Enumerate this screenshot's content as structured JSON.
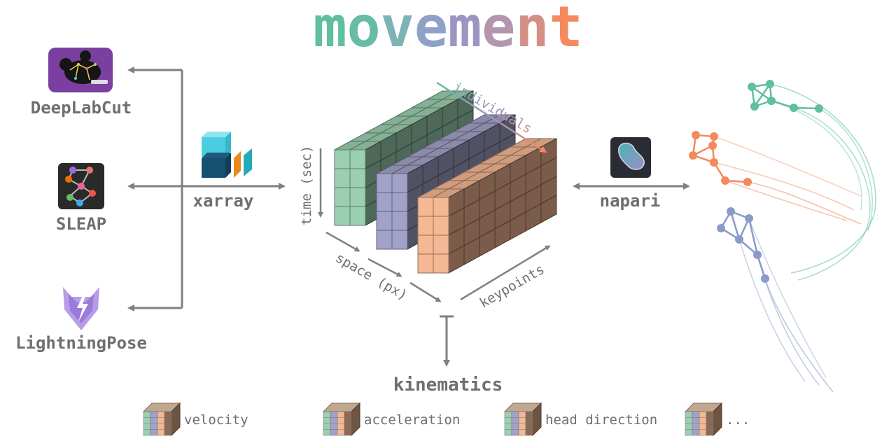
{
  "title": {
    "letters": [
      "m",
      "o",
      "v",
      "e",
      "m",
      "e",
      "n",
      "t"
    ],
    "colors": [
      "#5fbf9f",
      "#68bca6",
      "#7db3b4",
      "#8fa1c6",
      "#9b95c2",
      "#b396ae",
      "#d48f86",
      "#f48a5e"
    ]
  },
  "sources": [
    {
      "name": "DeepLabCut",
      "icon": "deeplabcut-logo-icon"
    },
    {
      "name": "SLEAP",
      "icon": "sleap-logo-icon"
    },
    {
      "name": "LightningPose",
      "icon": "lightningpose-logo-icon"
    }
  ],
  "xarray_label": "xarray",
  "napari_label": "napari",
  "axes": {
    "time": "time (sec)",
    "space": "space (px)",
    "keypoints": "keypoints",
    "individuals": "individuals"
  },
  "kinematics": {
    "label": "kinematics",
    "items": [
      "velocity",
      "acceleration",
      "head direction",
      "..."
    ]
  },
  "colors": {
    "arrow": "#808080",
    "green_block": "#9bcfb1",
    "purple_block": "#a2a2c8",
    "orange_block": "#f5b894",
    "teal_track": "#5fbf9f",
    "orange_track": "#f4895e",
    "blue_track": "#8a9bc9"
  }
}
